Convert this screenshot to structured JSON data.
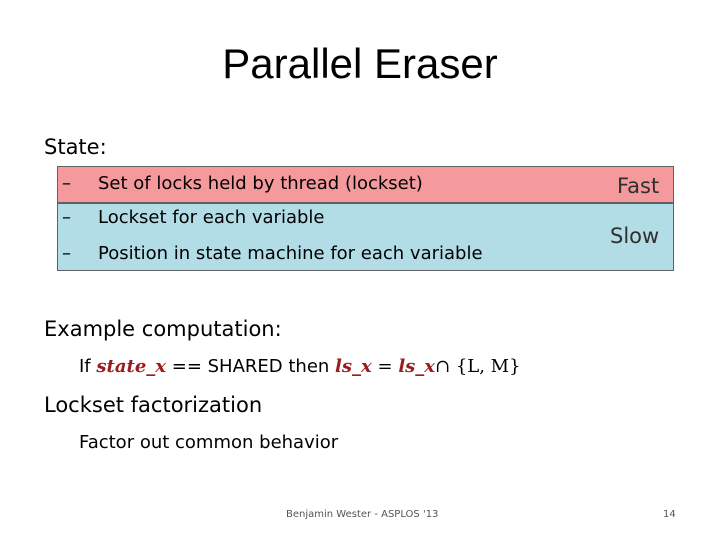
{
  "title": "Parallel Eraser",
  "state_heading": "State:",
  "bullets": [
    {
      "dash": "–",
      "text": "Set of locks held by thread (lockset)"
    },
    {
      "dash": "–",
      "text": "Lockset for each variable"
    },
    {
      "dash": "–",
      "text": "Position in state machine for each variable"
    }
  ],
  "fast_label": "Fast",
  "slow_label": "Slow",
  "example_heading": "Example computation:",
  "example": {
    "if": "If",
    "state_var": "state_x",
    "equals_shared": "== SHARED then",
    "ls1": "ls_x",
    "assign": "=",
    "ls2": "ls_x",
    "intersect": "∩ {L, M}"
  },
  "factorization_heading": "Lockset factorization",
  "factor_text": "Factor out common behavior",
  "footer": {
    "author": "Benjamin Wester - ASPLOS '13",
    "page": "14"
  }
}
